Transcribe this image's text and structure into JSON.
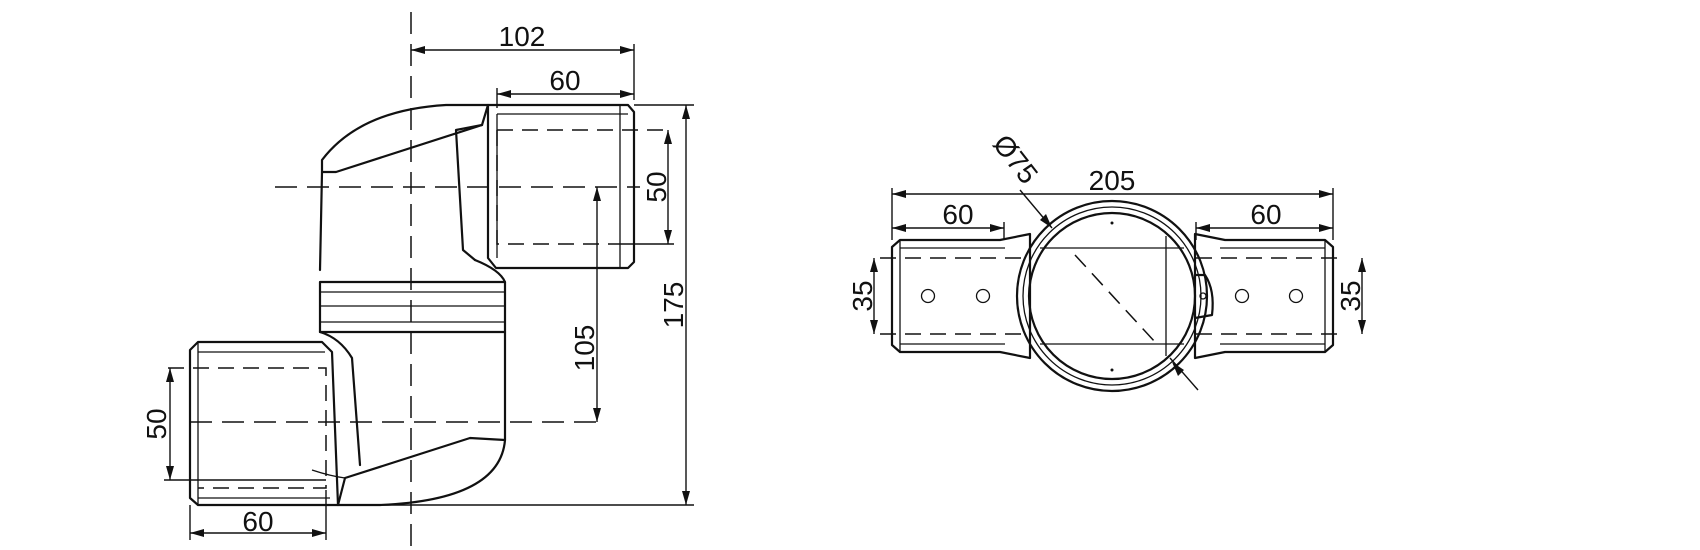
{
  "drawing": {
    "side_view": {
      "dim_top_overall": "102",
      "dim_top_socket": "60",
      "dim_right_socket_height": "50",
      "dim_center_offset": "105",
      "dim_overall_height": "175",
      "dim_left_socket_height": "50",
      "dim_bottom_socket": "60"
    },
    "top_view": {
      "dim_diameter": "Ø75",
      "dim_overall_length": "205",
      "dim_left_socket": "60",
      "dim_right_socket": "60",
      "dim_left_height": "35",
      "dim_right_height": "35"
    }
  }
}
